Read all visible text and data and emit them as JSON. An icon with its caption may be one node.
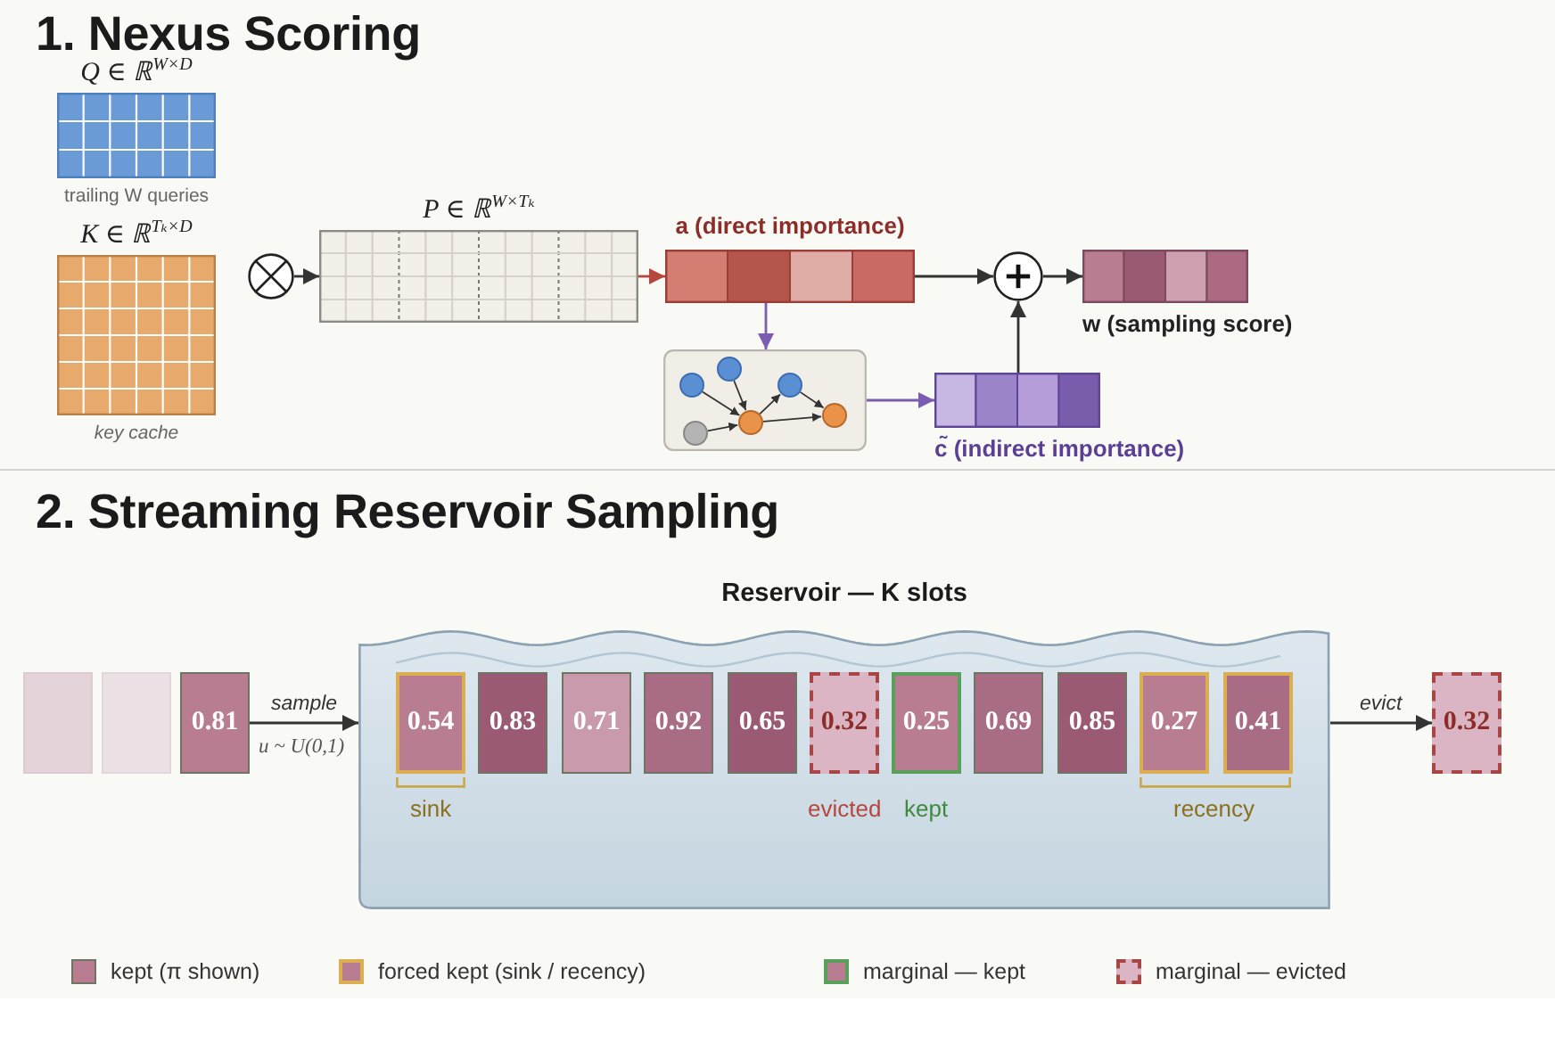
{
  "diagram": {
    "nodes": [
      {
        "text": [
          "Q ∈ ℝ$^{W×D}$",
          "trailing W queries"
        ]
      },
      {
        "text": [
          "K ∈ ℝ$^{Tₖ×D}$",
          "key cache"
        ]
      },
      {
        "text": [],
        "shape": "circle"
      },
      {
        "text": [
          "P ∈ ℝ$^{W×Tₖ}$"
        ]
      },
      {
        "text": [
          "a (direct importance)"
        ]
      },
      {
        "text": [],
        "shape": "picture"
      },
      {
        "text": [
          "c̃ (indirect importance)"
        ]
      },
      {
        "text": [],
        "shape": "circle"
      },
      {
        "text": [
          "w (sampling score)"
        ]
      },
      {
        "text": [],
        "shape": "box"
      },
      {
        "text": [],
        "shape": "box"
      },
      {
        "text": [
          "0.81"
        ]
      },
      {
        "text": [
          "Reservoir — K slots"
        ]
      },
      {
        "text": [
          "0.54"
        ],
        "in": 12,
        "beside": [
          "sink"
        ]
      },
      {
        "text": [
          "0.83"
        ],
        "in": 12
      },
      {
        "text": [
          "0.71"
        ],
        "in": 12
      },
      {
        "text": [
          "0.92"
        ],
        "in": 12
      },
      {
        "text": [
          "0.65"
        ],
        "in": 12
      },
      {
        "text": [
          "0.32"
        ],
        "in": 12,
        "beside": [
          "evicted"
        ]
      },
      {
        "text": [
          "0.25"
        ],
        "in": 12,
        "beside": [
          "kept"
        ]
      },
      {
        "text": [
          "0.69"
        ],
        "in": 12
      },
      {
        "text": [
          "0.85"
        ],
        "in": 12
      },
      {
        "text": [
          "0.27"
        ],
        "in": 12
      },
      {
        "text": [
          "0.41"
        ],
        "in": 12
      },
      {
        "text": [
          "0.32"
        ]
      }
    ],
    "edges": [
      {
        "from": 2,
        "to": 3,
        "arrow": "to"
      },
      {
        "from": 3,
        "to": 4,
        "arrow": "to",
        "color": "#b5473f"
      },
      {
        "from": 4,
        "to": 7,
        "arrow": "to"
      },
      {
        "from": 4,
        "to": 5,
        "arrow": "to",
        "color": "#7b5cb0"
      },
      {
        "from": 5,
        "to": 6,
        "arrow": "to",
        "color": "#7b5cb0"
      },
      {
        "from": 6,
        "to": 7,
        "arrow": "to"
      },
      {
        "from": 7,
        "to": 8,
        "arrow": "to"
      },
      {
        "from": 11,
        "to": 12,
        "arrow": "to",
        "label": "sample"
      },
      {
        "from": 12,
        "to": 24,
        "arrow": "to",
        "label": "evict"
      }
    ],
    "labels": [
      "1. Nexus Scoring",
      "2. Streaming Reservoir Sampling",
      "u ~ U(0,1)",
      "recency"
    ],
    "legend": [
      {
        "text": "kept (π shown)",
        "color": "#b97d92"
      },
      {
        "text": "forced kept (sink / recency)",
        "color": "#b97d92"
      },
      {
        "text": "marginal — kept",
        "color": "#b97d92"
      },
      {
        "text": "marginal — evicted",
        "color": "#dbb5c3"
      }
    ]
  }
}
